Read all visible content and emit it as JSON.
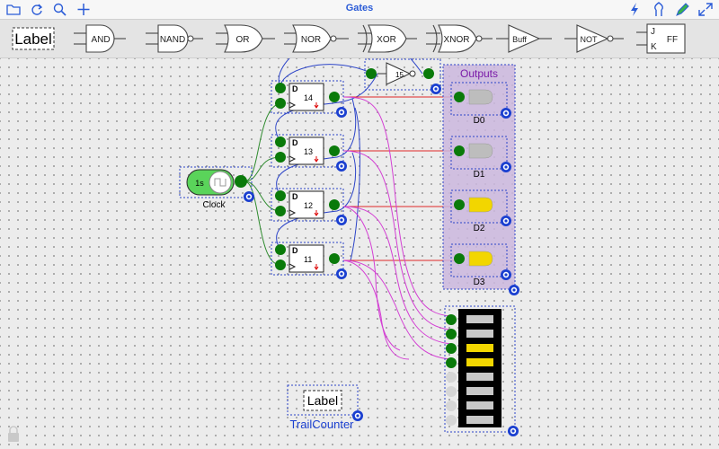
{
  "app": {
    "title": "Gates"
  },
  "toolbar": {
    "left_icons": [
      "folder-icon",
      "refresh-icon",
      "search-icon",
      "plus-icon"
    ],
    "right_icons": [
      "lightning-icon",
      "probe-icon",
      "pen-icon",
      "expand-icon"
    ]
  },
  "palette": {
    "label_item": "Label",
    "gates": [
      "AND",
      "NAND",
      "OR",
      "NOR",
      "XOR",
      "XNOR",
      "Buff",
      "NOT"
    ],
    "flipflop": {
      "j": "J",
      "k": "K",
      "ff": "FF"
    }
  },
  "components": {
    "clock": {
      "period": "1s",
      "name": "Clock"
    },
    "flipflops": [
      {
        "num": "14",
        "d": "D"
      },
      {
        "num": "13",
        "d": "D"
      },
      {
        "num": "12",
        "d": "D"
      },
      {
        "num": "11",
        "d": "D"
      }
    ],
    "inverter": {
      "num": "15"
    },
    "outputs": {
      "title": "Outputs",
      "leds": [
        {
          "name": "D0",
          "on": false
        },
        {
          "name": "D1",
          "on": false
        },
        {
          "name": "D2",
          "on": true
        },
        {
          "name": "D3",
          "on": true
        }
      ]
    },
    "bargraph": {
      "segments": [
        false,
        false,
        true,
        true,
        false,
        false,
        false,
        false
      ]
    },
    "trail": {
      "label": "Label",
      "name": "TrailCounter"
    }
  },
  "colors": {
    "accent": "#2a5bd7",
    "led_on": "#f2d600",
    "led_off": "#bdbdbd",
    "pin": "#0a7a0a",
    "outputs_bg": "#cbb7de",
    "outputs_title": "#7a1aa8"
  }
}
